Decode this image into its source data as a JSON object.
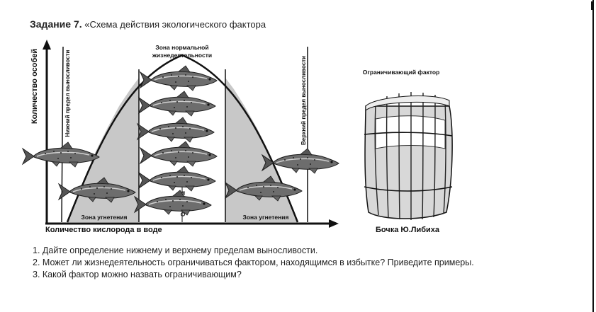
{
  "header": {
    "label": "Задание 7.",
    "title": "«Схема действия экологического фактора"
  },
  "diagram": {
    "y_axis_label": "Количество особей",
    "x_axis_label": "Количество кислорода в воде",
    "zone_normal_line1": "Зона нормальной",
    "zone_normal_line2": "жизнедеятельности",
    "lower_limit": "Нижний предел выносливости",
    "upper_limit": "Верхний предел выносливости",
    "oppression_left": "Зона угнетения",
    "oppression_right": "Зона угнетения",
    "optimum": "Оптимум",
    "limiting_factor": "Ограничивающий фактор",
    "barrel_caption": "Бочка Ю.Либиха"
  },
  "questions": [
    "1. Дайте определение нижнему и верхнему пределам выносливости.",
    "2. Может ли жизнедеятельность ограничиваться фактором, находящимся в избытке? Приведите примеры.",
    "3. Какой фактор можно назвать ограничивающим?"
  ]
}
